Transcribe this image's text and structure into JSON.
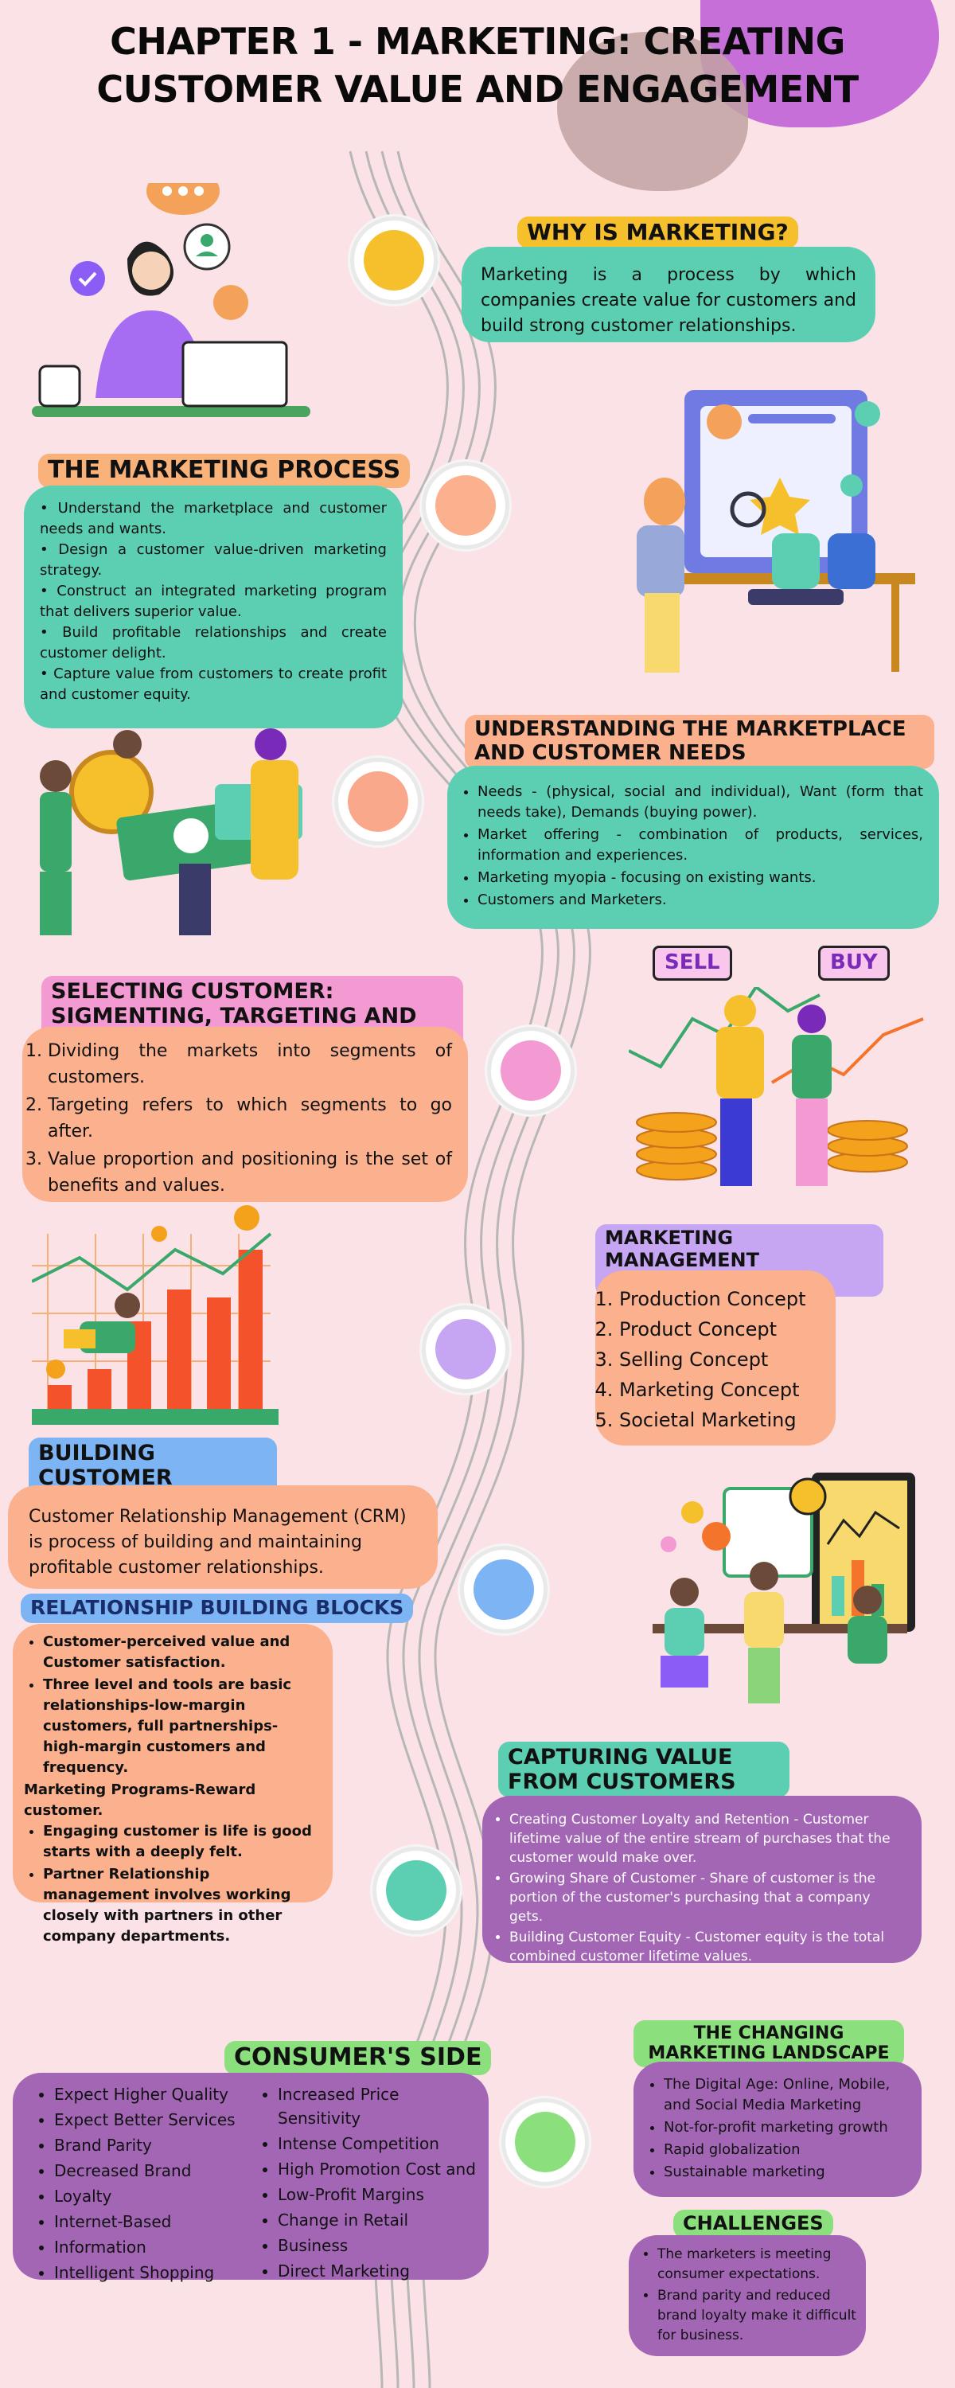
{
  "title": "CHAPTER 1 - MARKETING: CREATING CUSTOMER VALUE AND ENGAGEMENT",
  "colors": {
    "background": "#fbe2e6",
    "teal": "#5ccfb3",
    "peach": "#fbb18e",
    "orange_label": "#f9b37a",
    "purple": "#a266b5",
    "yellow_label": "#f6c02d",
    "pink_label": "#f49ad3",
    "lilac_label": "#c6a6f2",
    "blue_label": "#7db4f3",
    "green_label": "#8be07d"
  },
  "why": {
    "heading": "WHY IS MARKETING?",
    "text": "Marketing is a process by which companies create value for customers and build strong customer relationships."
  },
  "process": {
    "heading": "THE MARKETING PROCESS",
    "items": [
      "• Understand the marketplace and customer needs and wants.",
      "• Design a customer value-driven marketing strategy.",
      "• Construct an integrated marketing program that delivers superior value.",
      "• Build profitable relationships and create customer delight.",
      "• Capture value from customers to create profit and customer equity."
    ]
  },
  "understanding": {
    "heading": "UNDERSTANDING THE MARKETPLACE AND CUSTOMER NEEDS",
    "items": [
      "Needs - (physical, social and individual), Want (form that needs take), Demands (buying power).",
      "Market offering - combination of products, services, information and experiences.",
      "Marketing myopia - focusing on existing wants.",
      "Customers and Marketers."
    ]
  },
  "selecting": {
    "heading": "SELECTING CUSTOMER: SIGMENTING, TARGETING AND POSITIONING",
    "items": [
      "Dividing the markets into segments of customers.",
      "Targeting refers to which segments to go after.",
      "Value proportion and positioning is the set of benefits and values."
    ]
  },
  "illustration_labels": {
    "sell": "SELL",
    "buy": "BUY"
  },
  "orientations": {
    "heading": "MARKETING MANAGEMENT ORIENTATIONS",
    "items": [
      "Production Concept",
      "Product Concept",
      "Selling Concept",
      "Marketing Concept",
      "Societal Marketing"
    ]
  },
  "relationships": {
    "heading": "BUILDING CUSTOMER RELATIONSHIPS",
    "text": "Customer Relationship Management (CRM) is process of building and maintaining profitable customer relationships."
  },
  "blocks": {
    "heading": "RELATIONSHIP BUILDING BLOCKS",
    "items_a": [
      "Customer-perceived value and Customer satisfaction.",
      "Three level and tools are basic relationships-low-margin customers, full partnerships-high-margin customers and frequency."
    ],
    "subline": "Marketing Programs-Reward customer.",
    "items_b": [
      "Engaging customer is life is good starts with a deeply felt.",
      "Partner Relationship management involves working closely with partners in other company departments."
    ]
  },
  "capturing": {
    "heading": "CAPTURING VALUE FROM CUSTOMERS",
    "items": [
      "Creating Customer Loyalty and Retention - Customer lifetime value of the entire stream of purchases that the customer would make over.",
      "Growing Share of Customer - Share of customer is the portion of the customer's purchasing that a company gets.",
      "Building Customer Equity - Customer equity is the total combined customer lifetime values."
    ]
  },
  "consumer": {
    "heading": "CONSUMER'S SIDE",
    "col1": [
      "Expect Higher Quality",
      "Expect Better Services",
      "Brand Parity",
      "Decreased Brand",
      "Loyalty",
      "Internet-Based",
      "Information",
      "Intelligent Shopping"
    ],
    "col2": [
      "Increased Price Sensitivity",
      "Intense Competition",
      "High Promotion Cost and",
      "Low-Profit Margins",
      "Change in Retail",
      "Business",
      "Direct Marketing"
    ]
  },
  "landscape": {
    "heading": "THE CHANGING MARKETING LANDSCAPE",
    "items": [
      "The Digital Age: Online, Mobile, and Social Media Marketing",
      "Not-for-profit marketing growth",
      "Rapid globalization",
      "Sustainable marketing"
    ]
  },
  "challenges": {
    "heading": "CHALLENGES",
    "items": [
      "The marketers is meeting consumer expectations.",
      "Brand parity and reduced brand loyalty make it difficult for business."
    ]
  }
}
